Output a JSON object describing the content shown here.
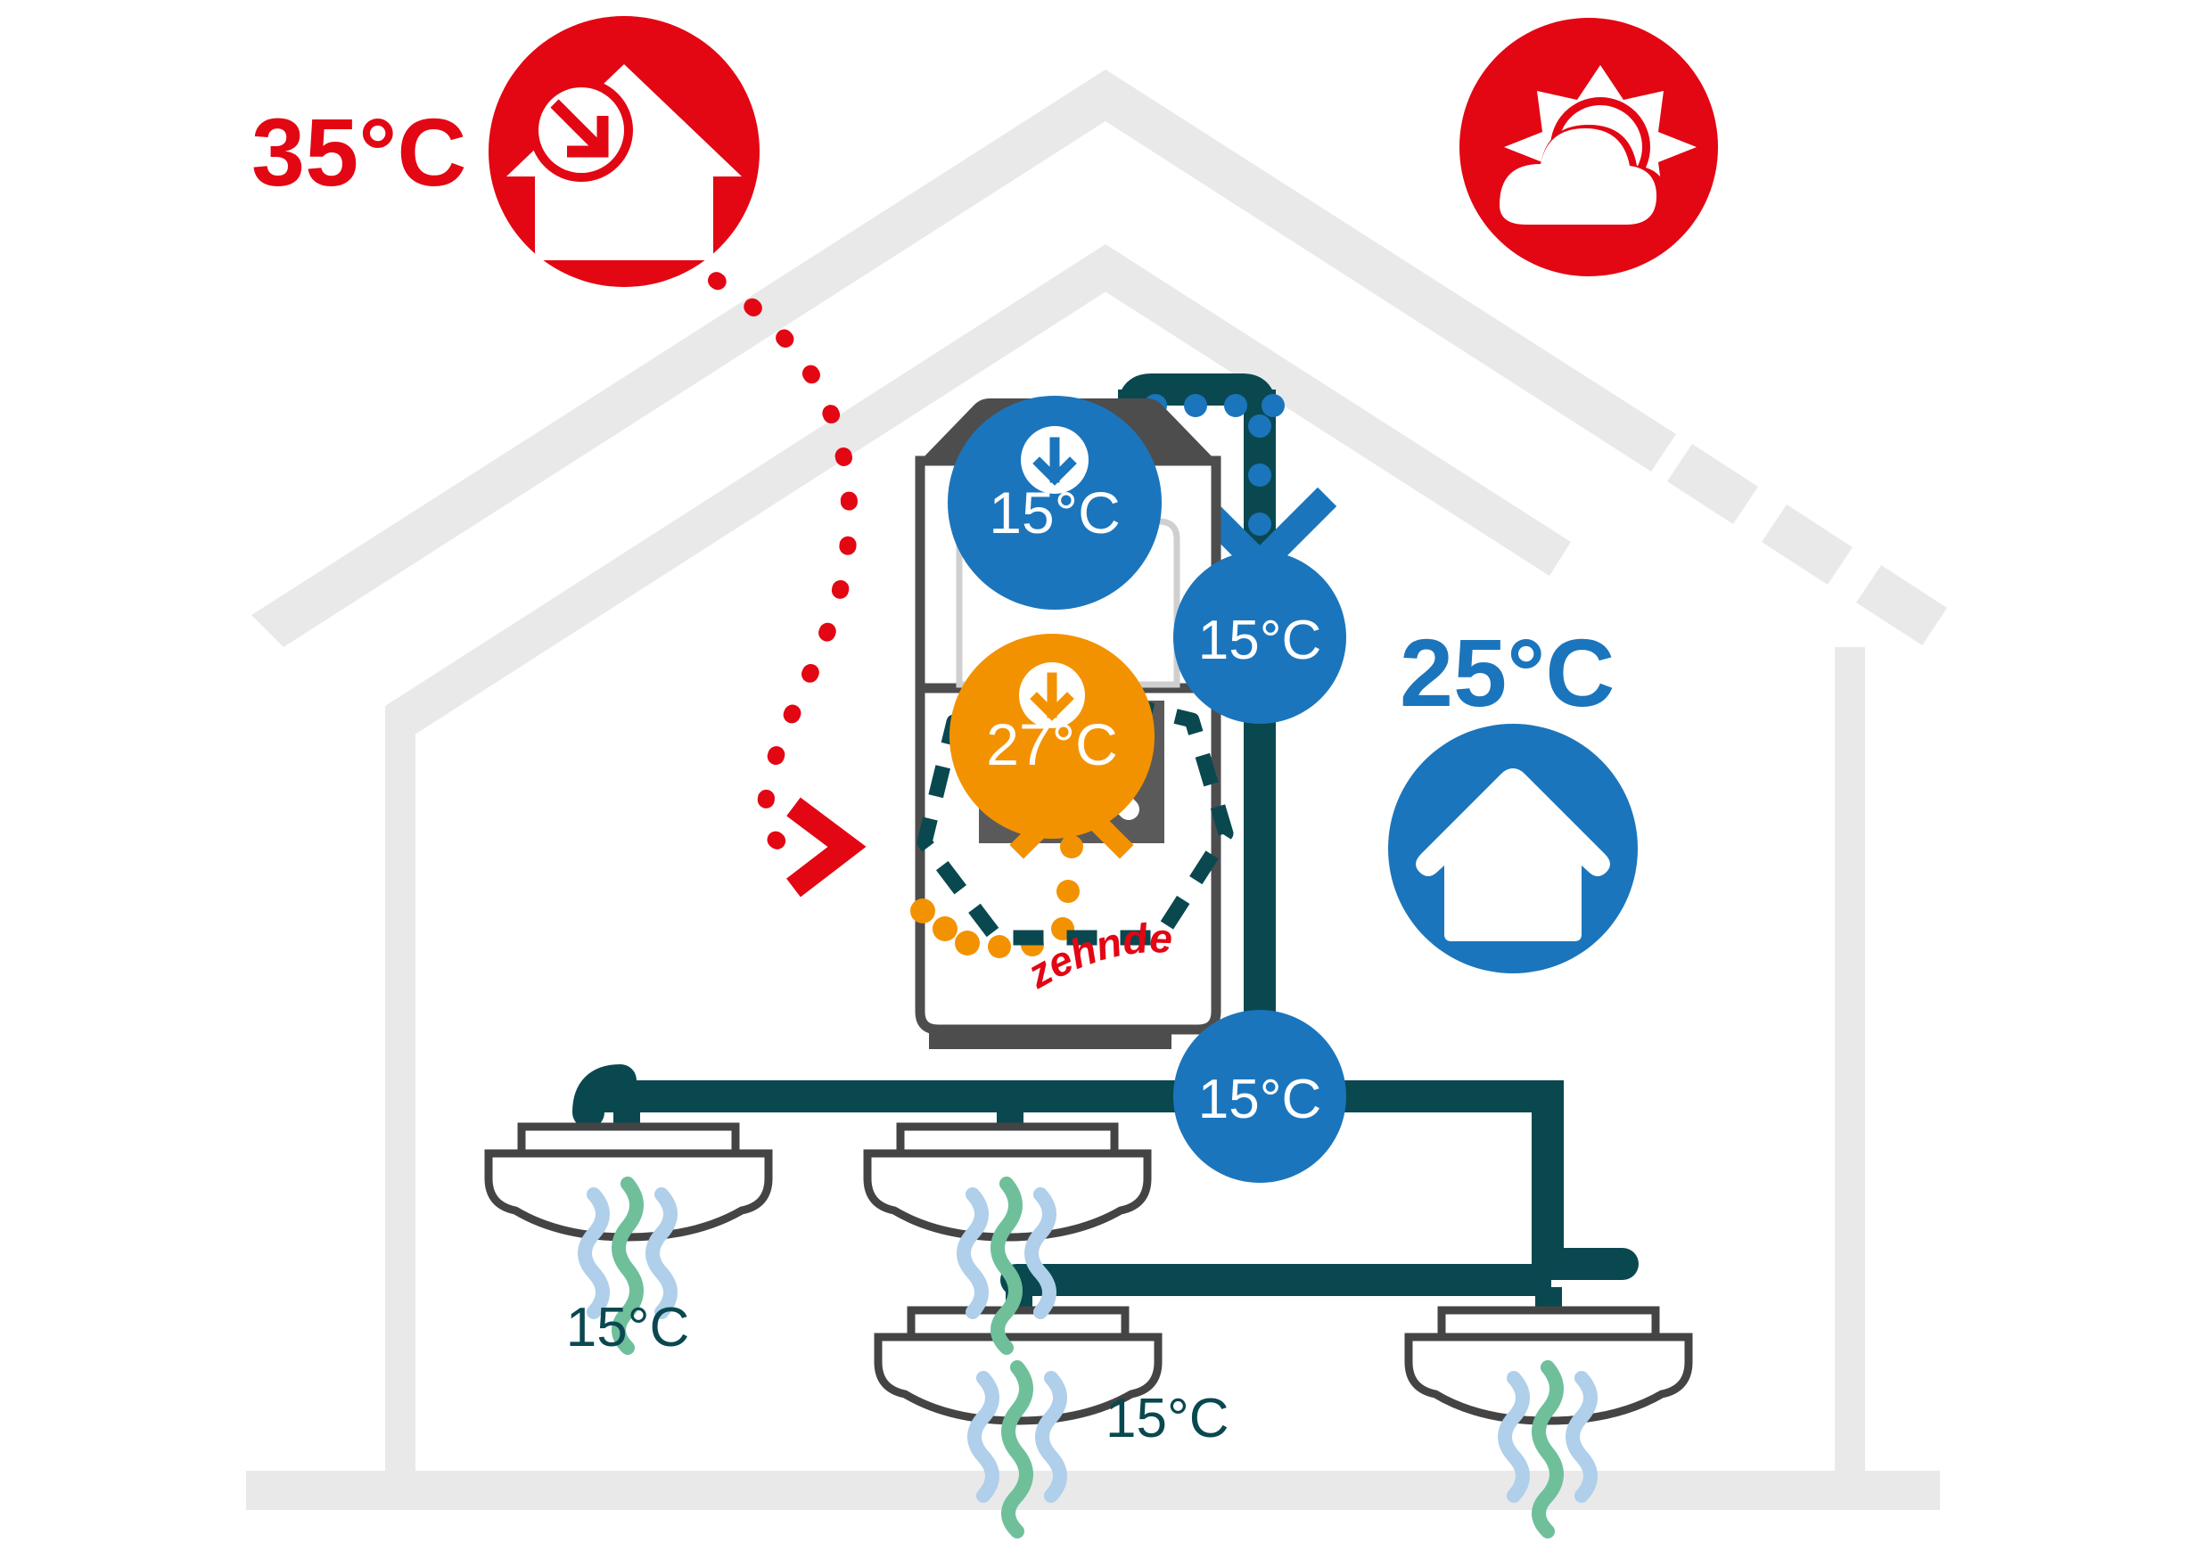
{
  "diagram": {
    "title": "Zehnder heat pump ventilation — summer cooling mode",
    "brand": "zehnder"
  },
  "colors": {
    "red": "#E30613",
    "blue": "#1B75BC",
    "orange": "#F39200",
    "teal": "#0A4850",
    "teal_text": "#0A4850",
    "house_gray": "#E9E9E9",
    "unit_dark": "#4D4D4D",
    "unit_body": "#FFFFFF",
    "wave_blue": "#AFCFEA",
    "wave_green": "#6FBF9B",
    "white": "#FFFFFF"
  },
  "outdoor": {
    "temperature_label": "35°C",
    "house_clock_icon": "house-incoming-air-clock-icon",
    "weather_icon": "sun-behind-cloud-icon"
  },
  "indoor": {
    "temperature_label": "25°C",
    "house_icon": "house-icon"
  },
  "unit": {
    "brand_label": "zehnder",
    "intake_badge": {
      "value": "15°C",
      "icon": "arrow-down-in-circle-icon"
    },
    "exchanger_badge": {
      "value": "27°C",
      "icon": "arrow-down-in-circle-icon"
    },
    "fan_icon": "fan-blades-icon",
    "chevron_icon": "chevron-up-icon"
  },
  "duct_badges": [
    {
      "name": "duct-supply-badge",
      "value": "15°C"
    },
    {
      "name": "duct-manifold-badge",
      "value": "15°C"
    }
  ],
  "diffusers": [
    {
      "name": "diffuser-left",
      "label": "15°C",
      "label_visible": true,
      "label_pos": "below"
    },
    {
      "name": "diffuser-center-top",
      "label": "",
      "label_visible": false,
      "label_pos": "none"
    },
    {
      "name": "diffuser-center-low",
      "label": "15°C",
      "label_visible": true,
      "label_pos": "right"
    },
    {
      "name": "diffuser-right",
      "label": "",
      "label_visible": false,
      "label_pos": "none"
    }
  ],
  "flows": {
    "outdoor_intake_path": "red-dotted-arrow",
    "supply_air_dots": "blue-dots-in-duct",
    "refrigerant_loop": "teal-dashed-hexagon",
    "heat_dots": "orange-dots"
  }
}
